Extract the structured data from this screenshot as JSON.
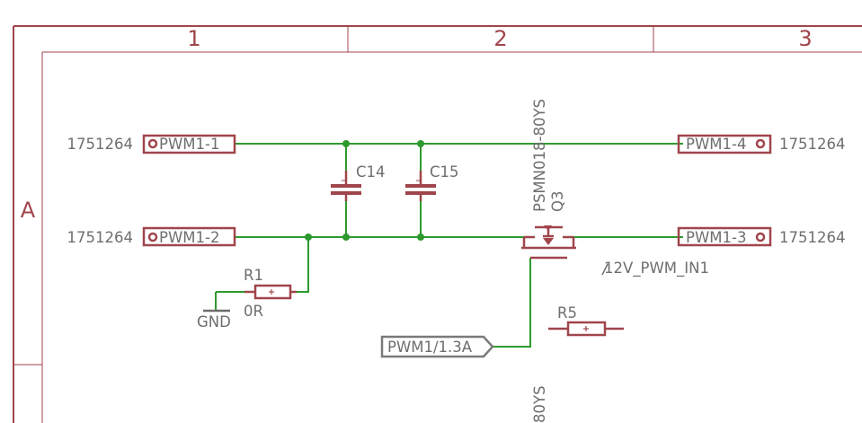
{
  "frame": {
    "columns": [
      "1",
      "2",
      "3"
    ],
    "rows": [
      "A"
    ]
  },
  "connectors": [
    {
      "pin": "PWM1-1",
      "part": "1751264"
    },
    {
      "pin": "PWM1-2",
      "part": "1751264"
    },
    {
      "pin": "PWM1-4",
      "part": "1751264"
    },
    {
      "pin": "PWM1-3",
      "part": "1751264"
    }
  ],
  "capacitors": [
    {
      "name": "C14"
    },
    {
      "name": "C15"
    }
  ],
  "resistors": [
    {
      "name": "R1",
      "value": "0R"
    },
    {
      "name": "R5"
    }
  ],
  "transistor": {
    "value": "PSMN018-80YS",
    "name": "Q3"
  },
  "lower_partial_label": "80YS",
  "net_labels": {
    "gnd": "GND",
    "power": "12V_PWM_IN1"
  },
  "port": {
    "label": "PWM1/1.3A"
  },
  "colors": {
    "frame": "#a0454c",
    "wire": "#2e9a2e",
    "text": "#6e6e6e"
  }
}
